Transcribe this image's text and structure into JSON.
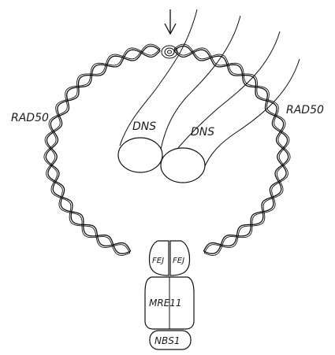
{
  "labels": {
    "rad50_left": "RAD50",
    "rad50_right": "RAD50",
    "dns_1": "DNS",
    "dns_2": "DNS",
    "fej_left": "FEJ",
    "fej_right": "FEJ",
    "mre11": "MRE11",
    "nbs1": "NBS1"
  },
  "icons": {
    "top_arrow": "down-arrow-icon"
  }
}
